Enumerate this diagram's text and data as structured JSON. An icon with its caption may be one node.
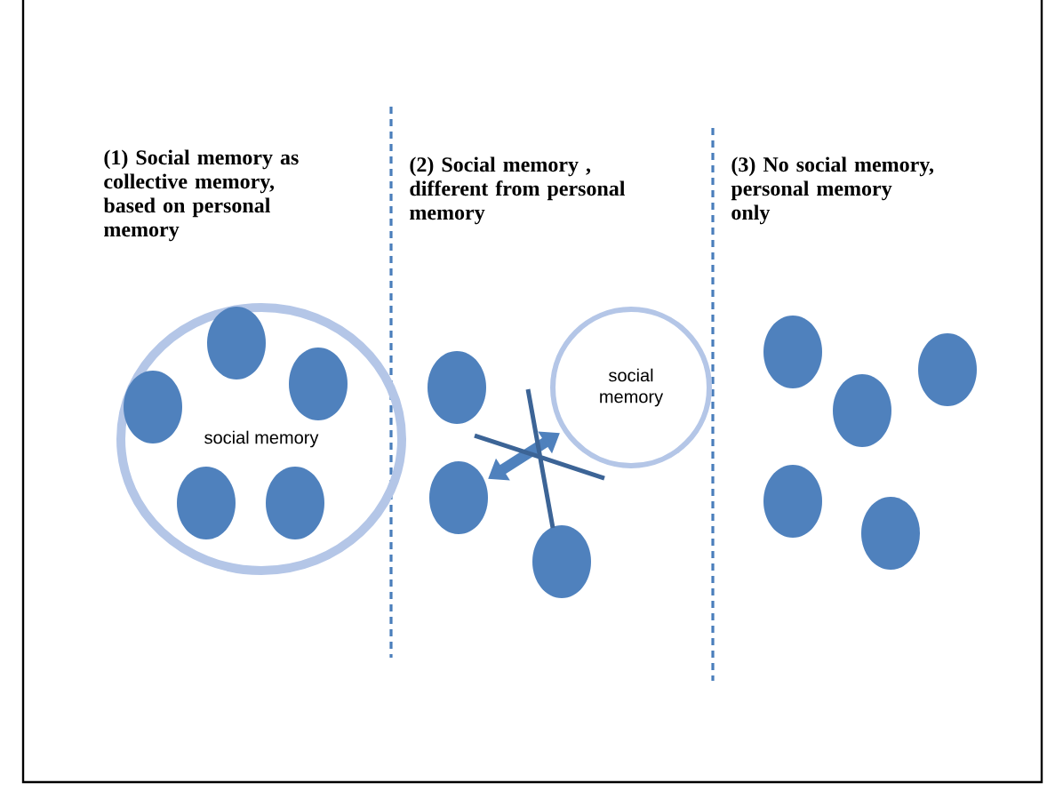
{
  "diagram": {
    "nodes": [
      {
        "text": [
          "social memory"
        ]
      },
      {
        "text": [],
        "shape": "circle",
        "in": 0
      },
      {
        "text": [],
        "shape": "circle",
        "in": 0
      },
      {
        "text": [],
        "shape": "circle",
        "in": 0
      },
      {
        "text": [],
        "shape": "circle",
        "in": 0
      },
      {
        "text": [],
        "shape": "circle",
        "in": 0
      },
      {
        "text": [
          "social memory"
        ]
      },
      {
        "text": [],
        "shape": "circle"
      },
      {
        "text": [],
        "shape": "circle"
      },
      {
        "text": [],
        "shape": "circle"
      },
      {
        "text": [],
        "shape": "circle"
      },
      {
        "text": [],
        "shape": "circle"
      },
      {
        "text": [],
        "shape": "circle"
      },
      {
        "text": [],
        "shape": "circle"
      },
      {
        "text": [],
        "shape": "circle"
      }
    ],
    "edges": [
      {
        "from": 8,
        "to": 6,
        "arrow": "both"
      }
    ],
    "labels": [
      "(1) Social memory as collective memory, based on personal memory",
      "(2) Social memory , different from personal memory",
      "(3) No social memory, personal memory only"
    ]
  }
}
